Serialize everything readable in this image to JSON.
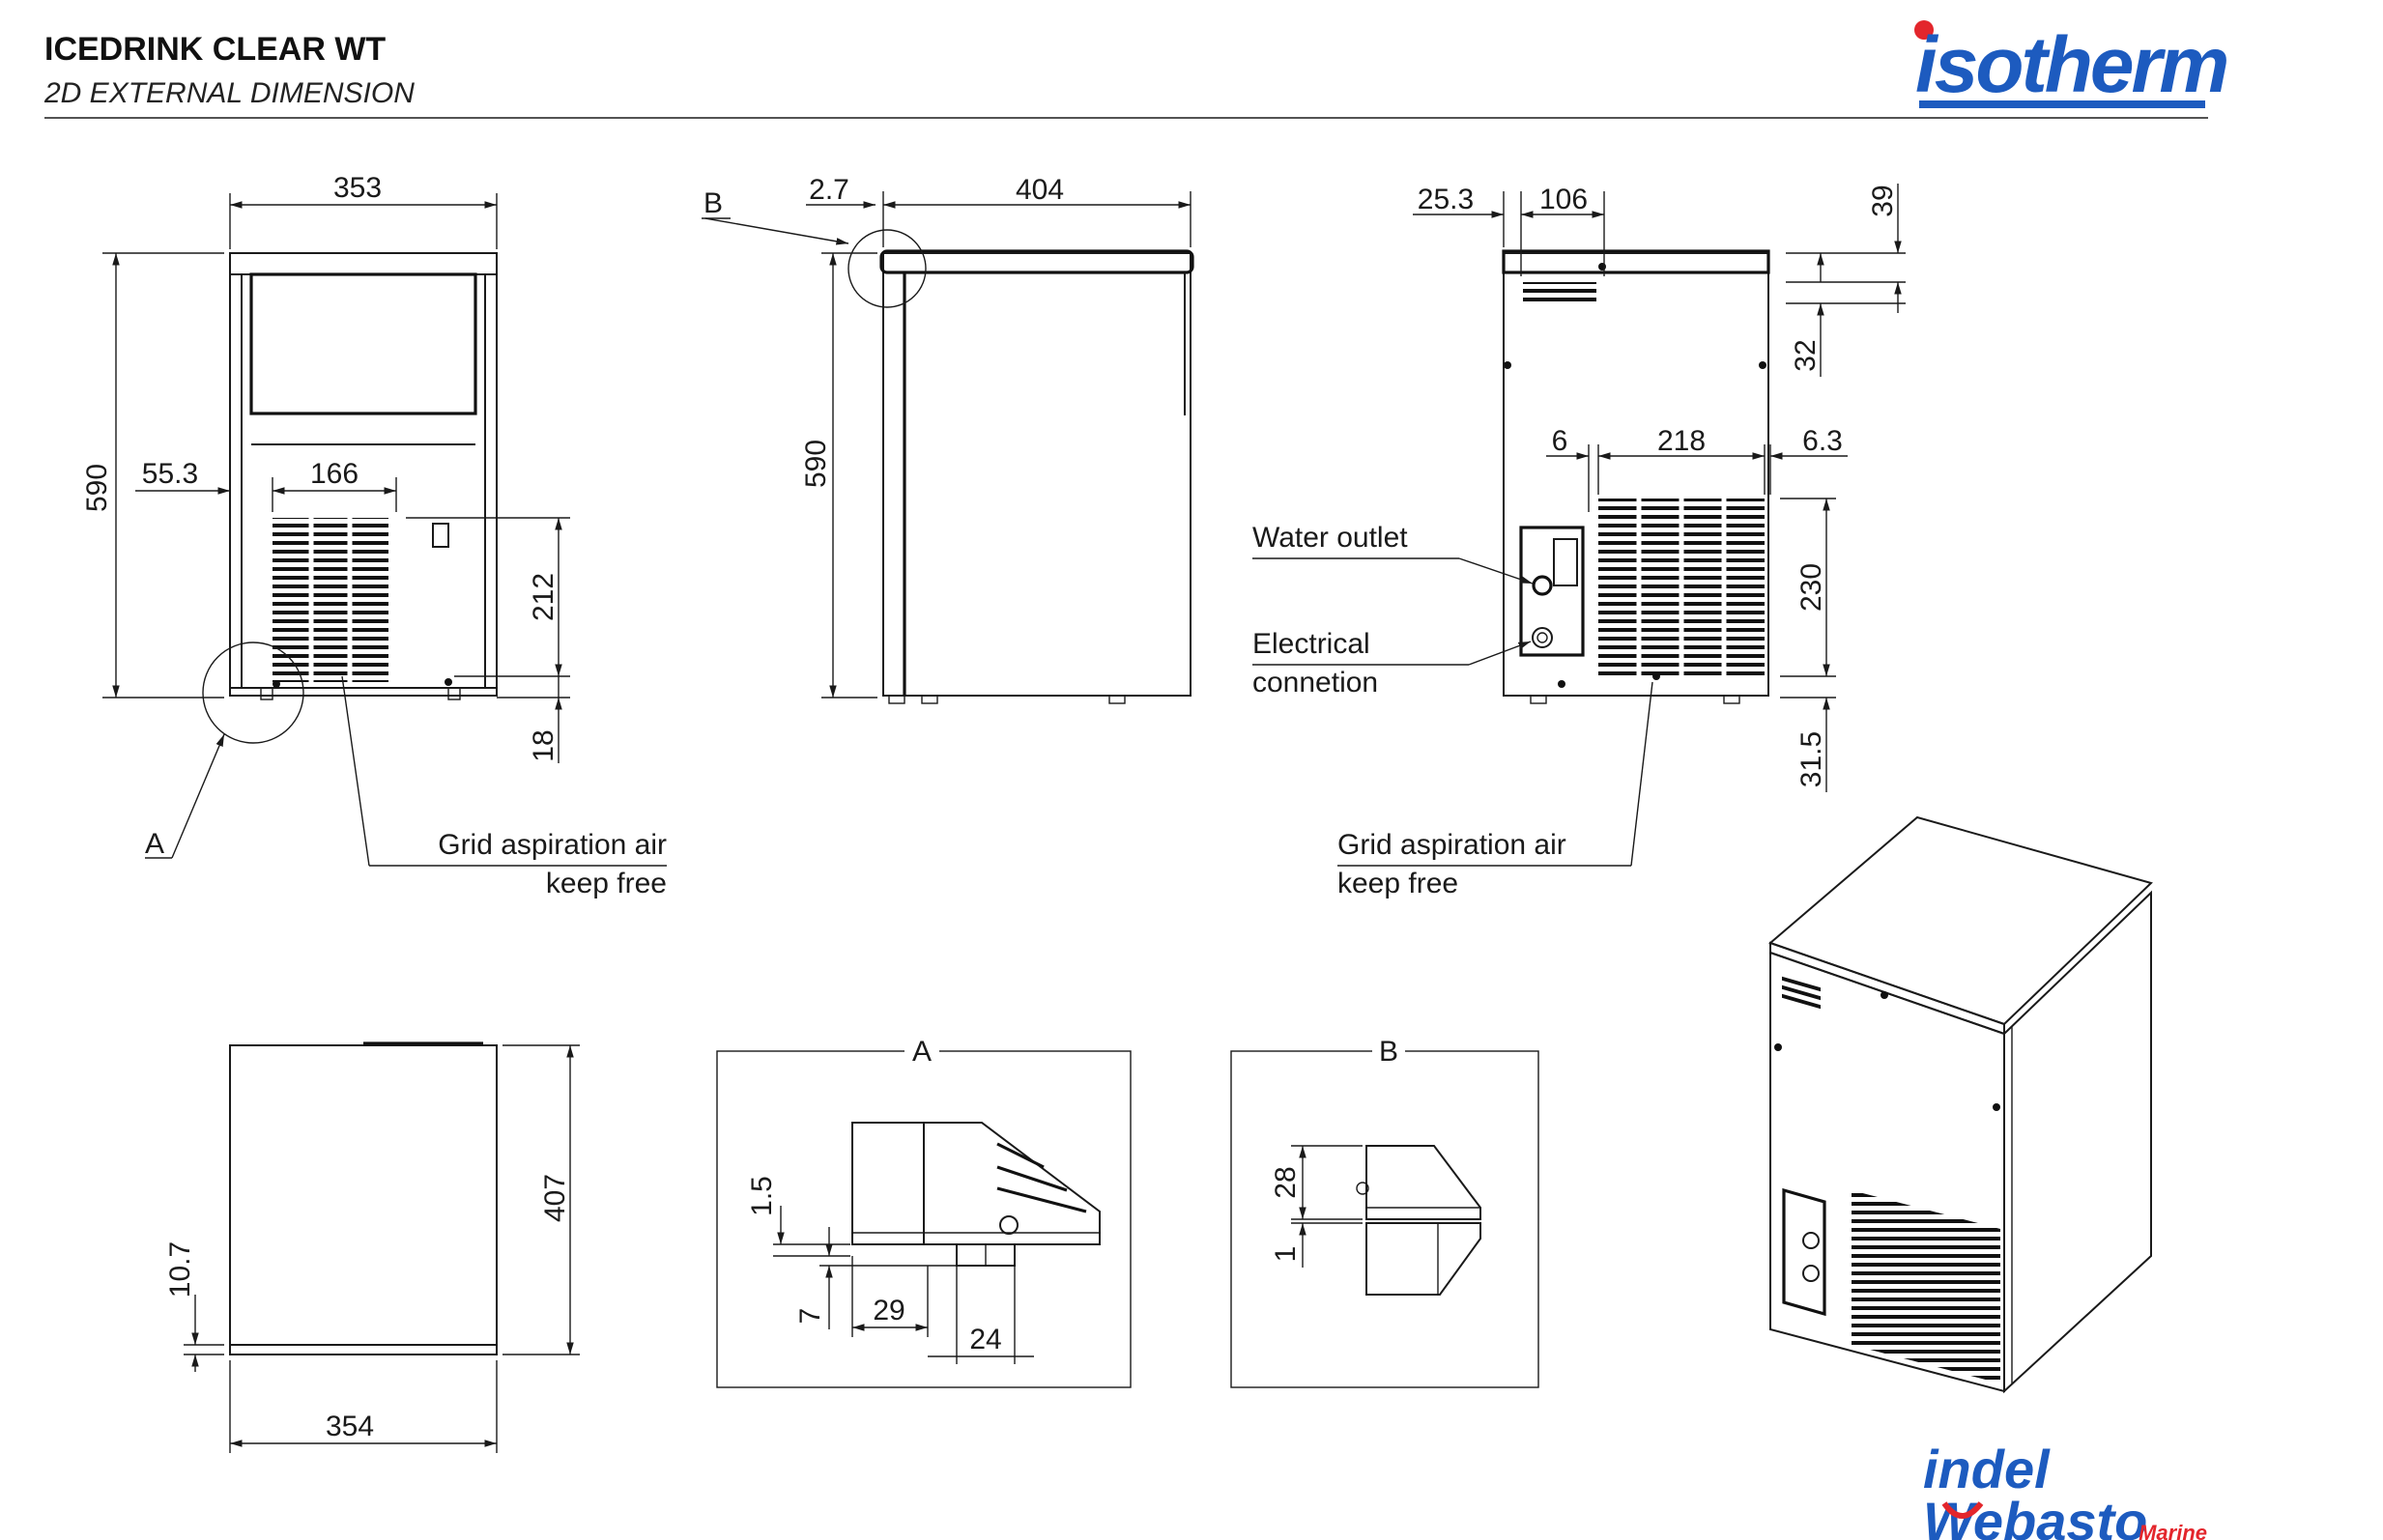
{
  "header": {
    "title": "ICEDRINK CLEAR WT",
    "subtitle": "2D EXTERNAL DIMENSION"
  },
  "logos": {
    "top_right": "isotherm",
    "bottom_right_line1": "indel",
    "bottom_right_line2": "Webasto",
    "bottom_right_line3": "Marine",
    "brand_blue": "#1d5bbf",
    "brand_red": "#e3262c"
  },
  "front_view": {
    "width": "353",
    "height": "590",
    "grid_offset": "55.3",
    "grid_width": "166",
    "grid_height": "212",
    "foot_height": "18",
    "detail_ref": "A",
    "note_line1": "Grid aspiration air",
    "note_line2": "keep free"
  },
  "side_view": {
    "offset": "2.7",
    "depth": "404",
    "height": "590",
    "detail_ref": "B"
  },
  "rear_view": {
    "offset": "25.3",
    "vent_width": "106",
    "top_offset": "39",
    "vent_height": "32",
    "grid_left_gap": "6",
    "grid_width": "218",
    "grid_right_gap": "6.3",
    "grid_height": "230",
    "bottom_offset": "31.5",
    "water_outlet": "Water outlet",
    "electrical_line1": "Electrical",
    "electrical_line2": "connetion",
    "note_line1": "Grid aspiration air",
    "note_line2": "keep free"
  },
  "top_view": {
    "depth": "407",
    "offset": "10.7",
    "width": "354"
  },
  "detail_a": {
    "label": "A",
    "dim_gap": "1.5",
    "dim_foot": "7",
    "dim_29": "29",
    "dim_24": "24"
  },
  "detail_b": {
    "label": "B",
    "dim_28": "28",
    "dim_1": "1"
  }
}
